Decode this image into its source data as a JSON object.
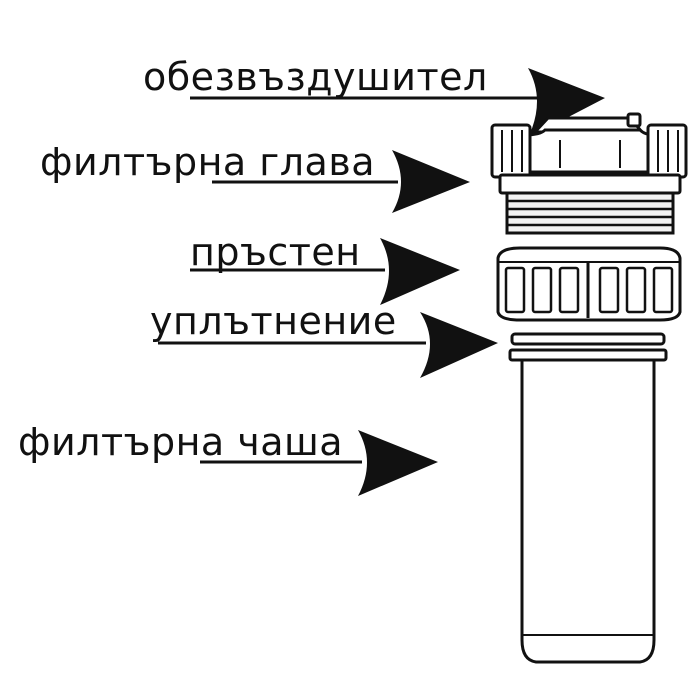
{
  "labels": {
    "vent": "обезвъздушител",
    "head": "филтърна глава",
    "ring": "пръстен",
    "seal": "уплътнение",
    "bowl": "филтърна чаша"
  },
  "colors": {
    "ink": "#111111",
    "fill": "#ffffff",
    "light_fill": "#f2f2f2"
  }
}
